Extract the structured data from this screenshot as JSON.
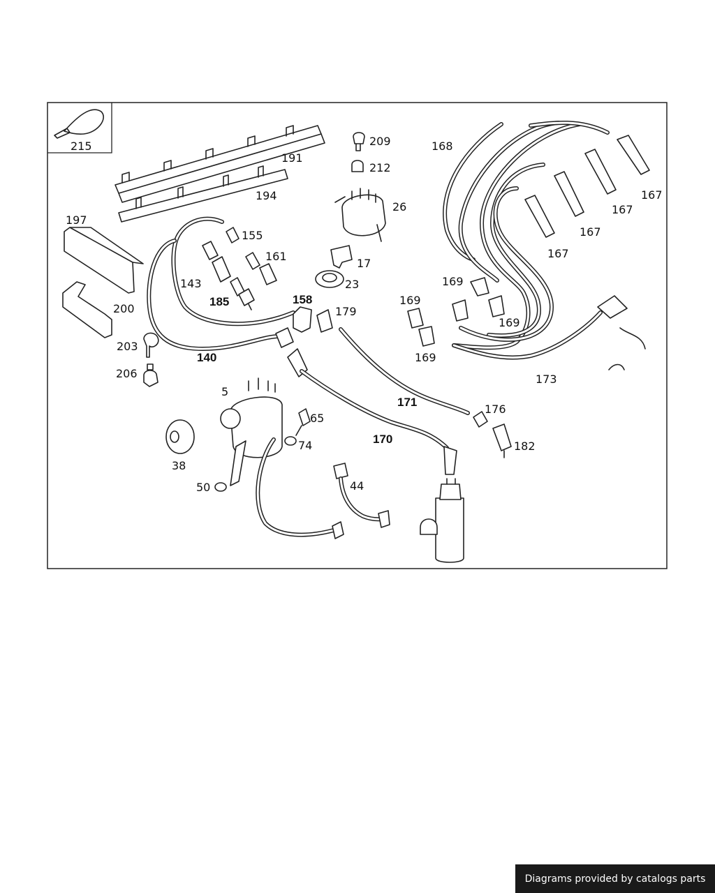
{
  "callouts": {
    "p215": "215",
    "p191": "191",
    "p194": "194",
    "p197": "197",
    "p200": "200",
    "p203": "203",
    "p206": "206",
    "p155": "155",
    "p161": "161",
    "p143": "143",
    "p185": "185",
    "p158": "158",
    "p140": "140",
    "p209": "209",
    "p212": "212",
    "p26": "26",
    "p17": "17",
    "p23": "23",
    "p179": "179",
    "p168": "168",
    "p167a": "167",
    "p167b": "167",
    "p167c": "167",
    "p167d": "167",
    "p169a": "169",
    "p169b": "169",
    "p169c": "169",
    "p169d": "169",
    "p173": "173",
    "p171": "171",
    "p176": "176",
    "p182": "182",
    "p170": "170",
    "p5": "5",
    "p65": "65",
    "p74": "74",
    "p38": "38",
    "p50": "50",
    "p44": "44"
  },
  "footer": {
    "text": "Diagrams provided by catalogs parts"
  }
}
